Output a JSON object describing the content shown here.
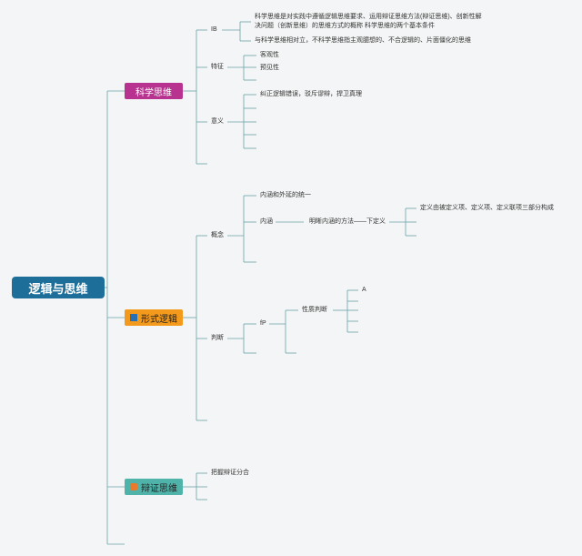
{
  "root": "逻辑与思维",
  "topics": {
    "science": {
      "label": "科学思维",
      "def": "IB",
      "def_text1": "科学思维是对实践中遵循逻辑思维要求、运用辩证思维方法(辩证思维)、创新性解决问题（创新思维）的思维方式的概称 科学思维的两个基本条件",
      "def_text2": "与科学思维相对立，不科学思维指主观臆想的、不合逻辑的、片面僵化的思维",
      "feature": "特征",
      "feature_items": [
        "客观性",
        "预见性"
      ],
      "meaning": "意义",
      "meaning_item": "纠正逻辑错误，驳斥谬辩，捍卫真理"
    },
    "formal": {
      "label": "形式逻辑",
      "concept": "概念",
      "concept_item1": "内涵和外延的统一",
      "connotation": "内涵",
      "clarify": "明晰内涵的方法——下定义",
      "definition": "定义由被定义项、定义项、定义联项三部分构成",
      "judgment": "判断",
      "judgment_sub": "fP",
      "nature": "性质判断",
      "nature_sub": "A"
    },
    "dialectic": {
      "label": "辩证思维",
      "item": "把握辩证分合"
    }
  },
  "colors": {
    "root": "#1d6f9a",
    "science": "#b8338f",
    "formal": "#f39a1c",
    "dialectic": "#4fb3a9",
    "line": "#5f9aa0"
  }
}
